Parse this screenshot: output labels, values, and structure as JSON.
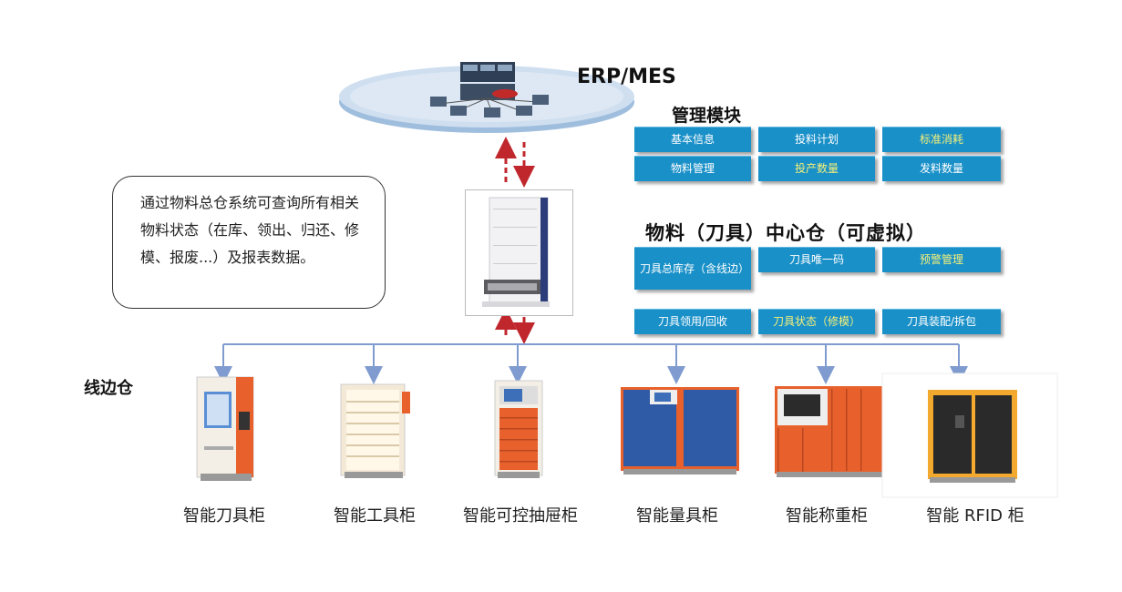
{
  "erp": {
    "title": "ERP/MES"
  },
  "modules": {
    "title": "管理模块",
    "items": [
      "基本信息",
      "投料计划",
      "标准消耗",
      "物料管理",
      "投产数量",
      "发料数量"
    ]
  },
  "center": {
    "title": "物料（刀具）中心仓（可虚拟）",
    "items": [
      "刀具总库存（含线边）",
      "刀具唯一码",
      "预警管理",
      "刀具领用/回收",
      "刀具状态（修模）",
      "刀具装配/拆包"
    ]
  },
  "note": {
    "text": "通过物料总仓系统可查询所有相关物料状态（在库、领出、归还、修模、报废...）及报表数据。"
  },
  "side": {
    "title": "线边仓"
  },
  "cabinets": [
    "智能刀具柜",
    "智能工具柜",
    "智能可控抽屉柜",
    "智能量具柜",
    "智能称重柜",
    "智能 RFID 柜"
  ],
  "colors": {
    "button_blue": "#1a90c8",
    "highlight_yellow": "#f4f07a",
    "arrow_red": "#c0272d",
    "line_blue": "#7f9bcf",
    "cabinet_orange": "#e8612c"
  }
}
